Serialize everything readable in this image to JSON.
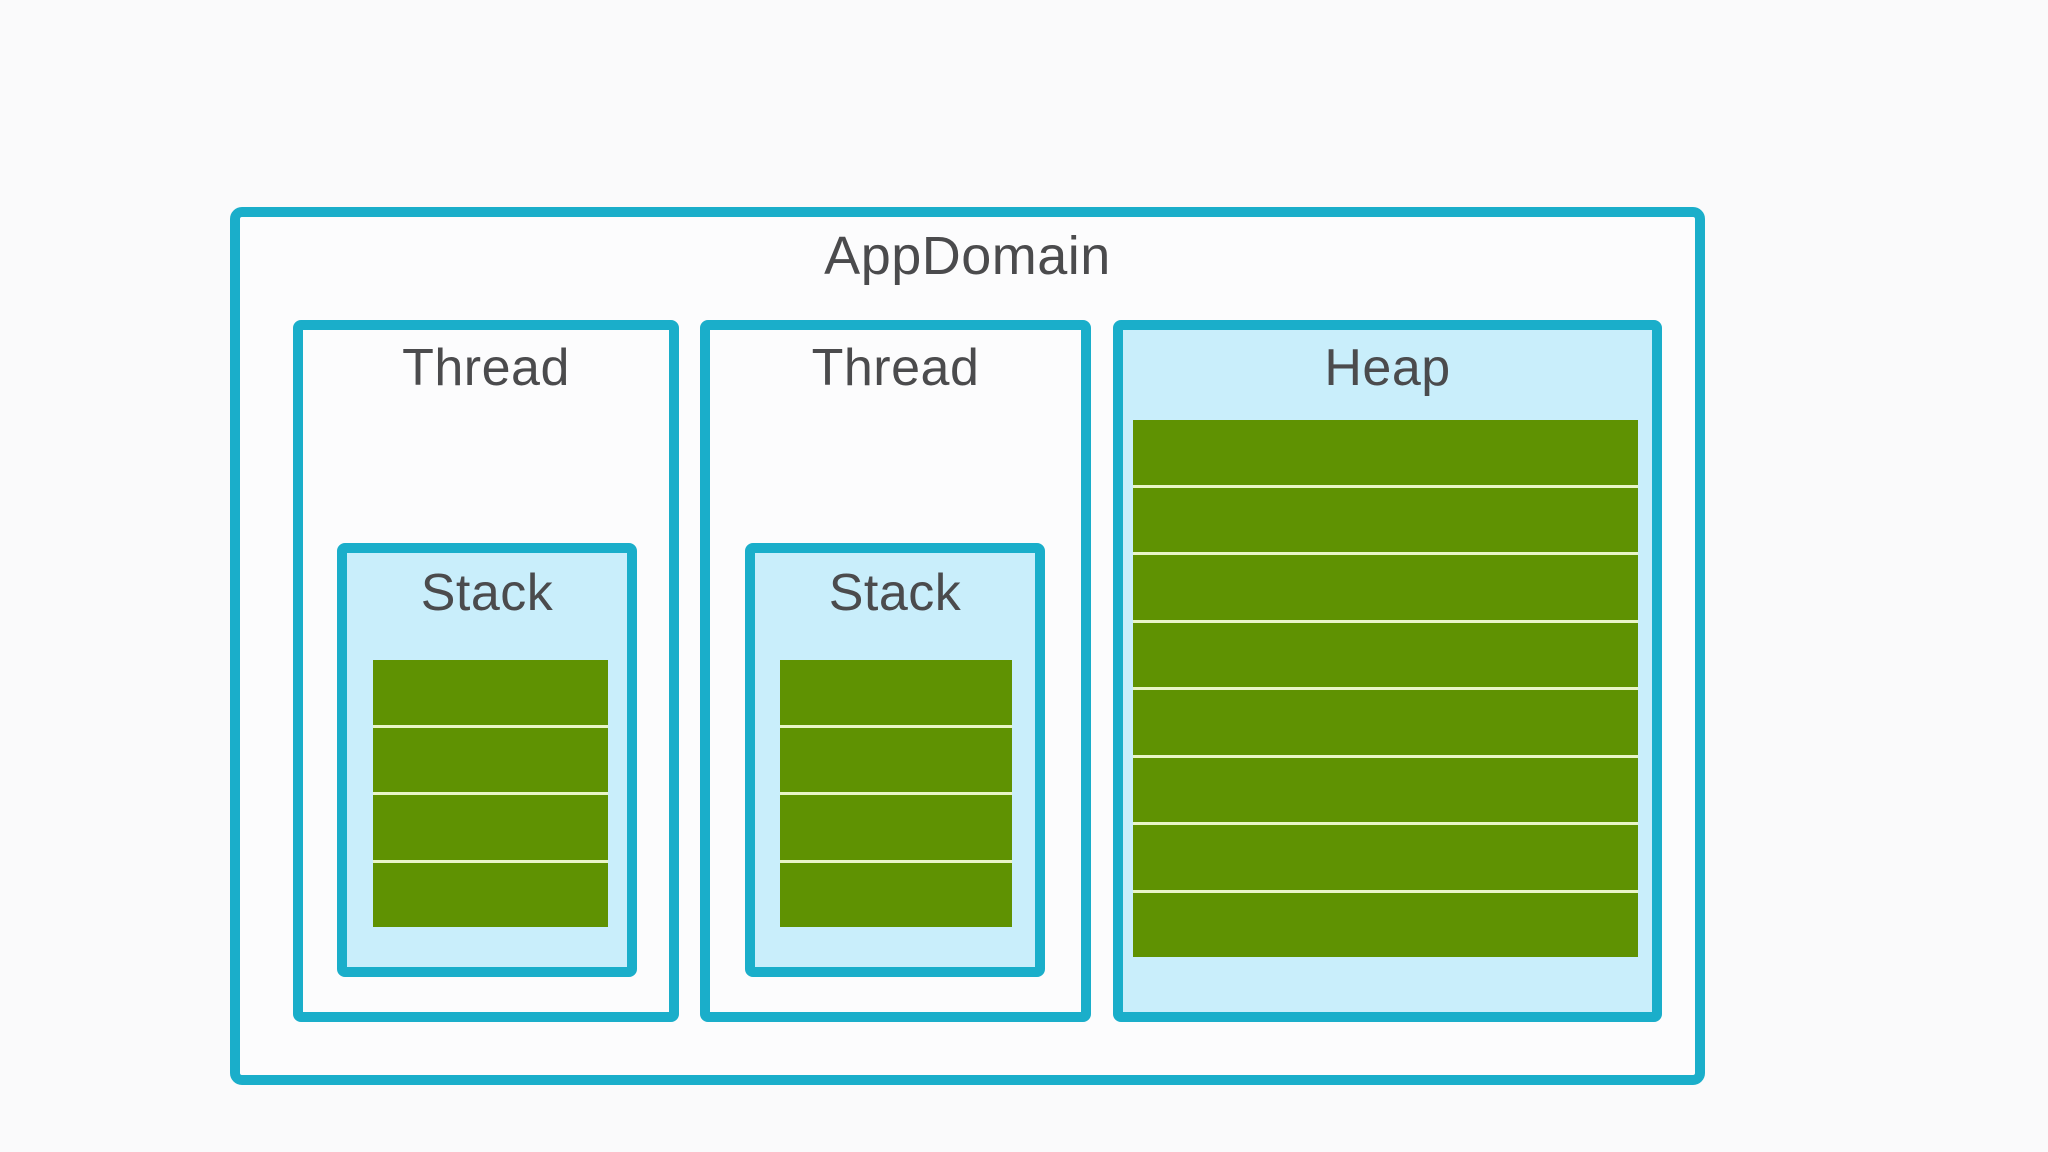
{
  "diagram": {
    "app_domain": {
      "label": "AppDomain"
    },
    "threads": [
      {
        "label": "Thread",
        "stack": {
          "label": "Stack",
          "frame_count": 4
        }
      },
      {
        "label": "Thread",
        "stack": {
          "label": "Stack",
          "frame_count": 4
        }
      }
    ],
    "heap": {
      "label": "Heap",
      "object_count": 8
    },
    "colors": {
      "background": "#FAFAFB",
      "box_fill": "#FCFCFD",
      "border_teal": "#1AAECA",
      "light_blue_fill": "#C9EEFB",
      "bar_green": "#5F9202",
      "bar_separator": "#E9F4C8",
      "text": "#4B4B4D"
    }
  }
}
